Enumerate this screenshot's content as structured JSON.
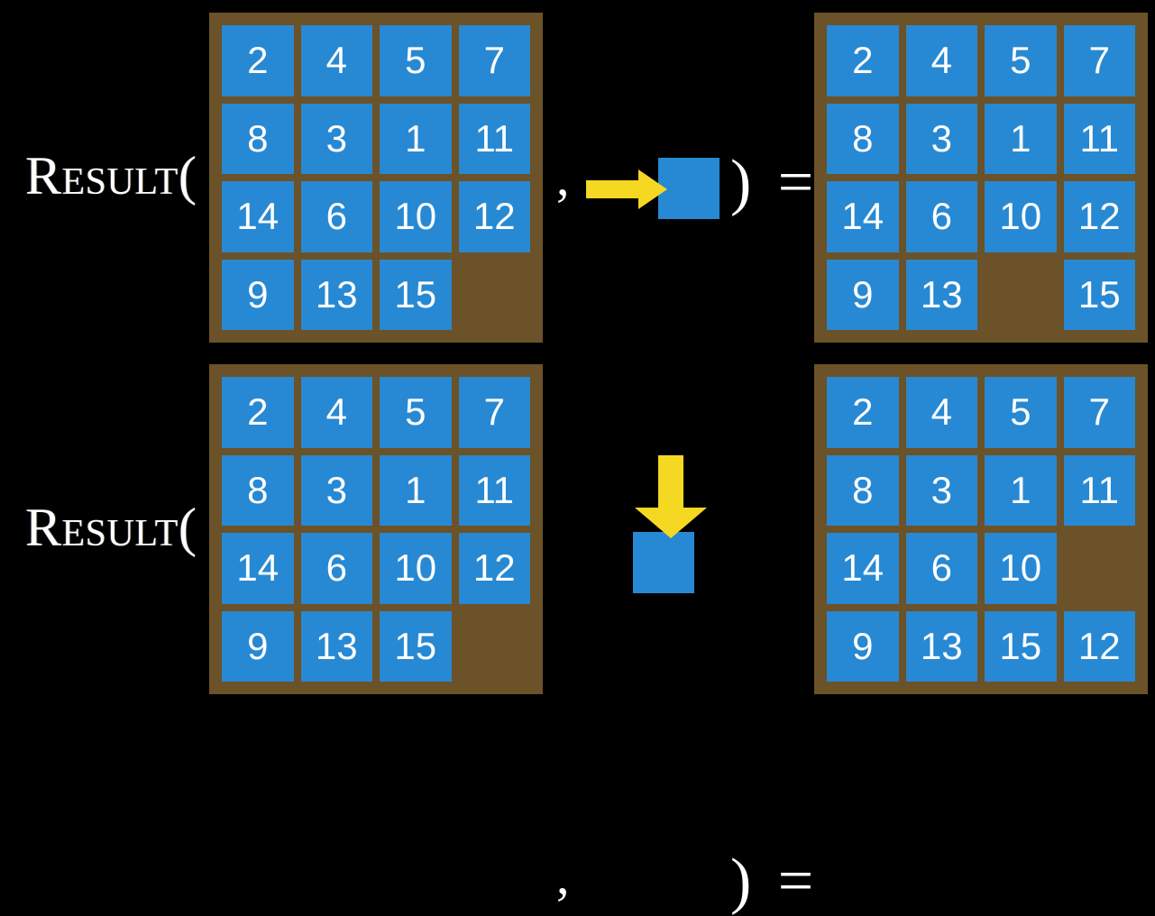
{
  "background_color": "#000000",
  "colors": {
    "tile": "#2789d3",
    "frame": "#6b5228",
    "empty_cell": "#655733",
    "arrow": "#f5d822",
    "text": "#ffffff"
  },
  "rows": [
    {
      "id": "row-1",
      "label": "Result(",
      "separator": ",",
      "closer": ") =",
      "action": {
        "name": "slide-right",
        "arrow_direction": "right",
        "arrow_color": "#f5d822",
        "tile_color": "#2789d3"
      },
      "input_grid": {
        "name": "input-grid",
        "rows": 4,
        "cols": 4,
        "cells": [
          [
            "2",
            "4",
            "5",
            "7"
          ],
          [
            "8",
            "3",
            "1",
            "11"
          ],
          [
            "14",
            "6",
            "10",
            "12"
          ],
          [
            "9",
            "13",
            "15",
            ""
          ]
        ]
      },
      "output_grid": {
        "name": "output-grid",
        "rows": 4,
        "cols": 4,
        "cells": [
          [
            "2",
            "4",
            "5",
            "7"
          ],
          [
            "8",
            "3",
            "1",
            "11"
          ],
          [
            "14",
            "6",
            "10",
            "12"
          ],
          [
            "9",
            "13",
            "",
            "15"
          ]
        ]
      }
    },
    {
      "id": "row-2",
      "label": "Result(",
      "separator": ",",
      "closer": ") =",
      "action": {
        "name": "slide-down",
        "arrow_direction": "down",
        "arrow_color": "#f5d822",
        "tile_color": "#2789d3"
      },
      "input_grid": {
        "name": "input-grid",
        "rows": 4,
        "cols": 4,
        "cells": [
          [
            "2",
            "4",
            "5",
            "7"
          ],
          [
            "8",
            "3",
            "1",
            "11"
          ],
          [
            "14",
            "6",
            "10",
            "12"
          ],
          [
            "9",
            "13",
            "15",
            ""
          ]
        ]
      },
      "output_grid": {
        "name": "output-grid",
        "rows": 4,
        "cols": 4,
        "cells": [
          [
            "2",
            "4",
            "5",
            "7"
          ],
          [
            "8",
            "3",
            "1",
            "11"
          ],
          [
            "14",
            "6",
            "10",
            ""
          ],
          [
            "9",
            "13",
            "15",
            "12"
          ]
        ]
      }
    }
  ]
}
